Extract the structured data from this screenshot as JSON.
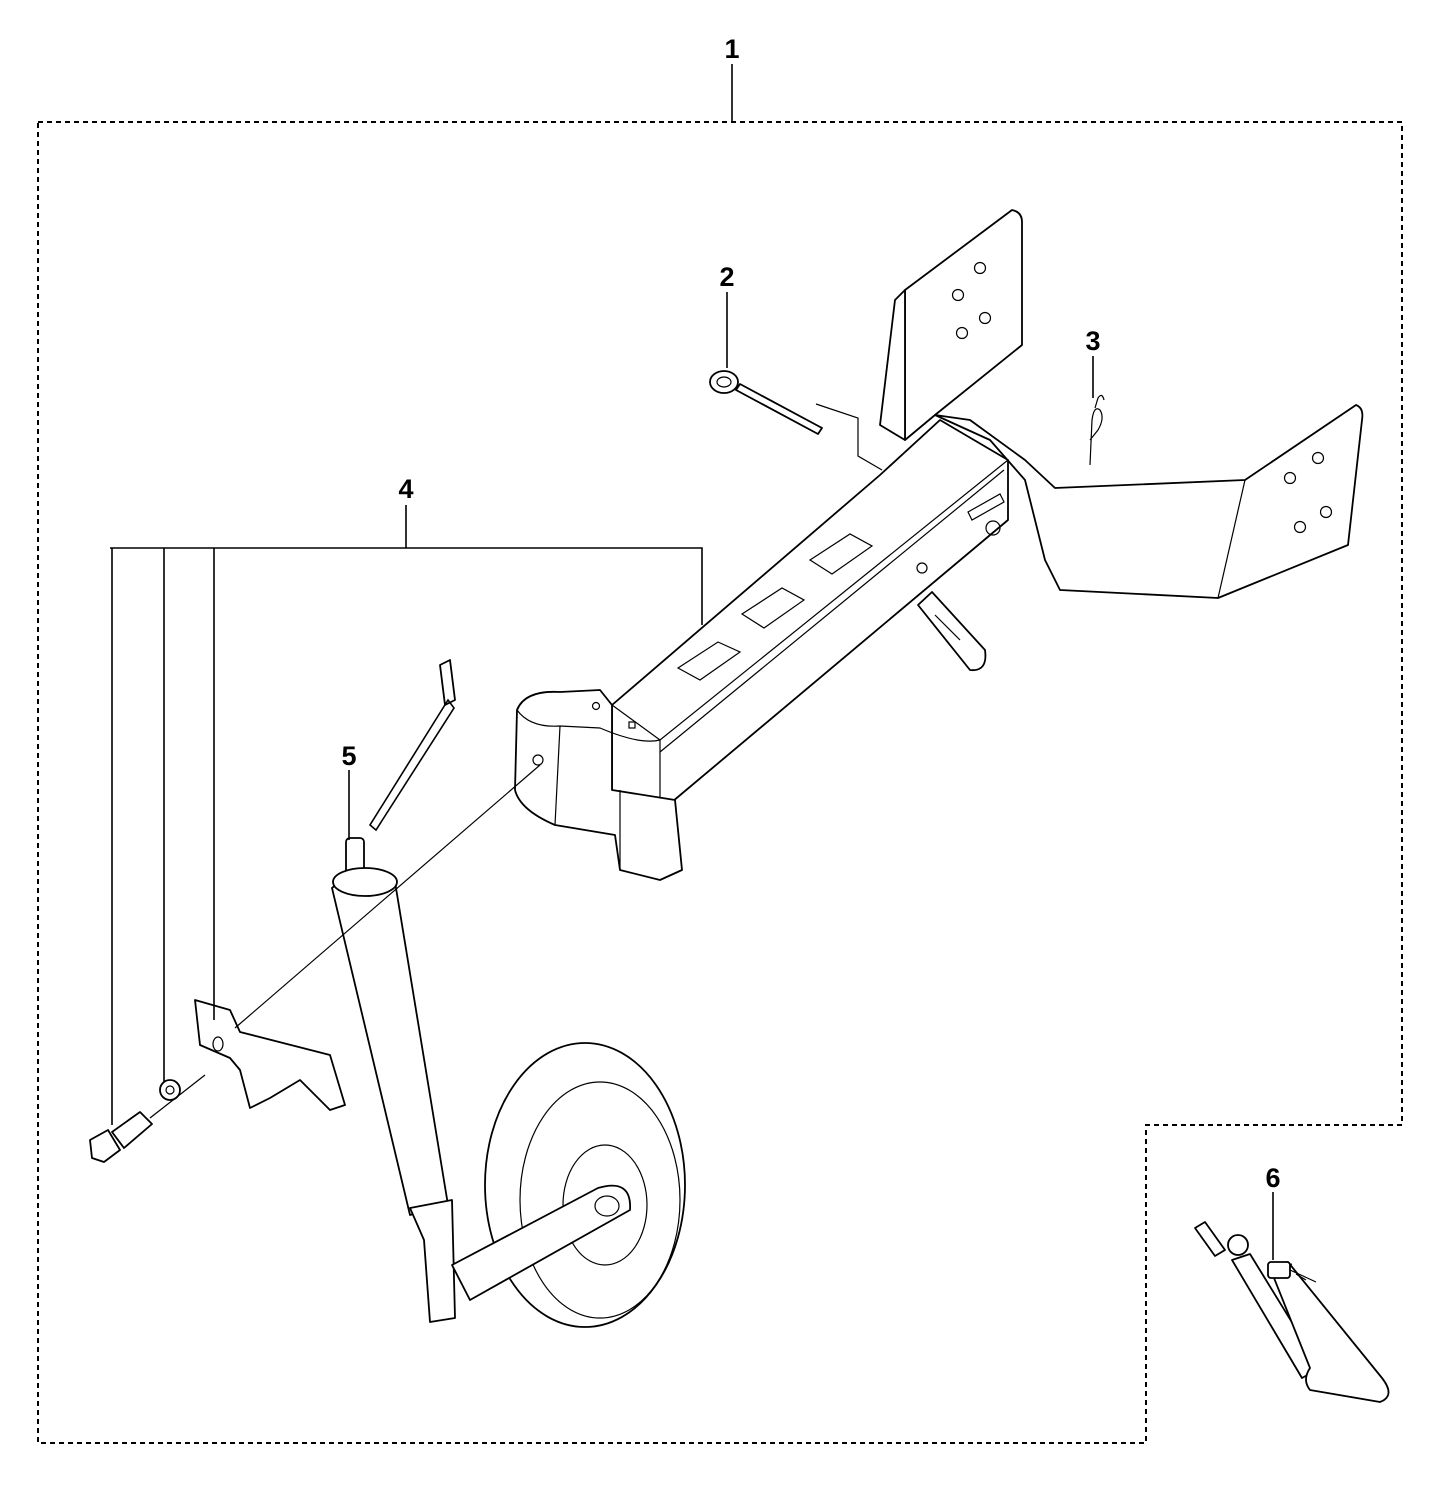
{
  "callouts": [
    {
      "id": "1",
      "text": "1"
    },
    {
      "id": "2",
      "text": "2"
    },
    {
      "id": "3",
      "text": "3"
    },
    {
      "id": "4",
      "text": "4"
    },
    {
      "id": "5",
      "text": "5"
    },
    {
      "id": "6",
      "text": "6"
    }
  ],
  "colors": {
    "line": "#000000",
    "background": "#ffffff"
  }
}
